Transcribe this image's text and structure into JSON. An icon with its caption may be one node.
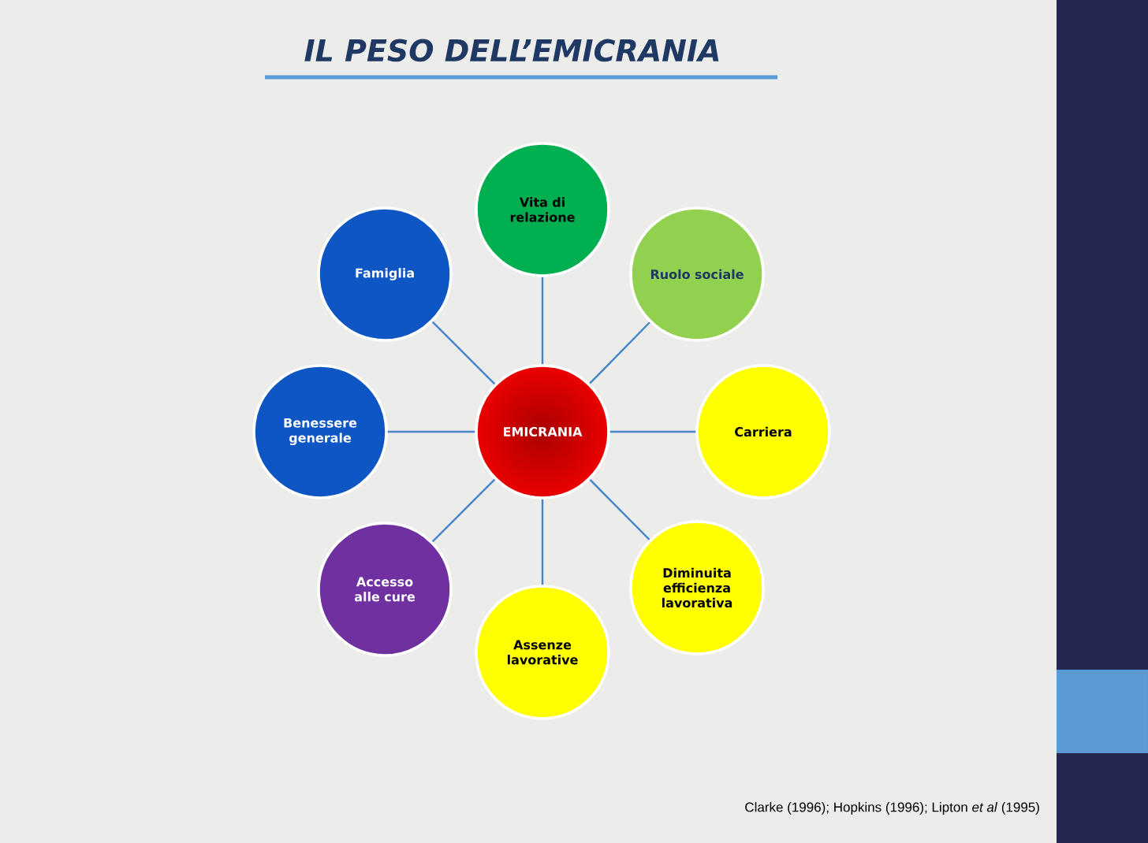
{
  "diagram": {
    "title": "IL PESO DELL’EMICRANIA",
    "nodes": [
      {
        "text": [
          "EMICRANIA"
        ]
      },
      {
        "text": [
          "Vita di relazione"
        ]
      },
      {
        "text": [
          "Ruolo sociale"
        ]
      },
      {
        "text": [
          "Carriera"
        ]
      },
      {
        "text": [
          "Diminuita efficienza lavorativa"
        ]
      },
      {
        "text": [
          "Assenze lavorative"
        ]
      },
      {
        "text": [
          "Accesso alle cure"
        ]
      },
      {
        "text": [
          "Benessere generale"
        ]
      },
      {
        "text": [
          "Famiglia"
        ]
      }
    ],
    "edges": [
      {
        "from": 0,
        "to": 1,
        "arrow": "none"
      },
      {
        "from": 0,
        "to": 2,
        "arrow": "none"
      },
      {
        "from": 0,
        "to": 3,
        "arrow": "none"
      },
      {
        "from": 0,
        "to": 4,
        "arrow": "none"
      },
      {
        "from": 0,
        "to": 5,
        "arrow": "none"
      },
      {
        "from": 0,
        "to": 6,
        "arrow": "none"
      },
      {
        "from": 0,
        "to": 7,
        "arrow": "none"
      },
      {
        "from": 0,
        "to": 8,
        "arrow": "none"
      }
    ],
    "caption": "Clarke (1996); Hopkins (1996); Lipton *et al* (1995)"
  }
}
